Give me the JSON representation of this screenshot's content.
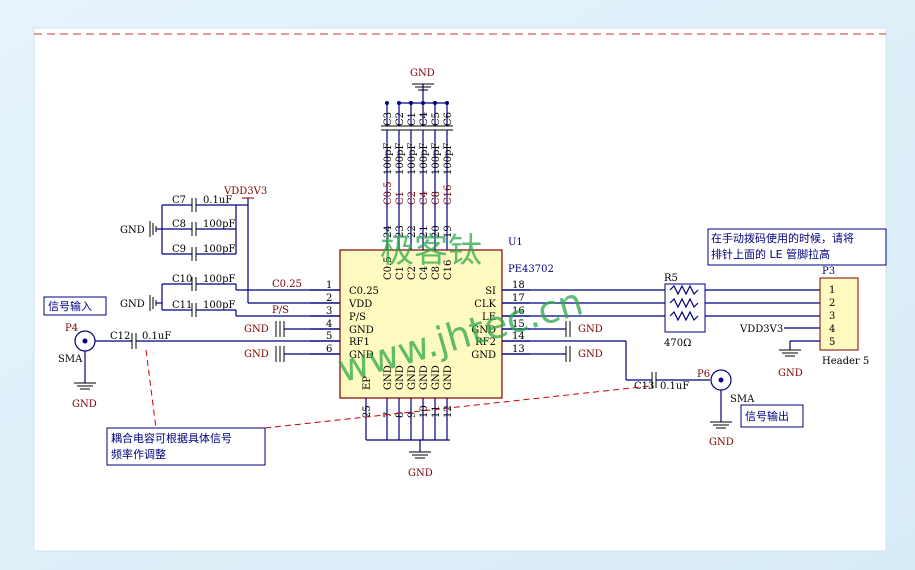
{
  "chip": {
    "ref": "U1",
    "part": "PE43702",
    "left_pins": [
      {
        "num": "1",
        "name": "C0.25"
      },
      {
        "num": "2",
        "name": "VDD"
      },
      {
        "num": "3",
        "name": "P/S"
      },
      {
        "num": "4",
        "name": "GND"
      },
      {
        "num": "5",
        "name": "RF1"
      },
      {
        "num": "6",
        "name": "GND"
      }
    ],
    "right_pins": [
      {
        "num": "18",
        "name": "SI"
      },
      {
        "num": "17",
        "name": "CLK"
      },
      {
        "num": "16",
        "name": "LE"
      },
      {
        "num": "15",
        "name": "GND"
      },
      {
        "num": "14",
        "name": "RF2"
      },
      {
        "num": "13",
        "name": "GND"
      }
    ],
    "top_pins": [
      {
        "num": "24",
        "name": "C0.5"
      },
      {
        "num": "23",
        "name": "C1"
      },
      {
        "num": "22",
        "name": "C2"
      },
      {
        "num": "21",
        "name": "C4"
      },
      {
        "num": "20",
        "name": "C8"
      },
      {
        "num": "19",
        "name": "C16"
      }
    ],
    "bottom_pins": [
      {
        "num": "25",
        "name": "EP"
      },
      {
        "num": "7",
        "name": "GND"
      },
      {
        "num": "8",
        "name": "GND"
      },
      {
        "num": "9",
        "name": "GND"
      },
      {
        "num": "10",
        "name": "GND"
      },
      {
        "num": "11",
        "name": "GND"
      },
      {
        "num": "12",
        "name": "GND"
      }
    ]
  },
  "top_caps": [
    {
      "ref": "C3",
      "value": "100pF",
      "net": "C0.5"
    },
    {
      "ref": "C2",
      "value": "100pF",
      "net": "C1"
    },
    {
      "ref": "C1",
      "value": "100pF",
      "net": "C2"
    },
    {
      "ref": "C4",
      "value": "100pF",
      "net": "C4"
    },
    {
      "ref": "C5",
      "value": "100pF",
      "net": "C8"
    },
    {
      "ref": "C6",
      "value": "100pF",
      "net": "C16"
    }
  ],
  "left_caps": [
    {
      "ref": "C7",
      "value": "0.1uF"
    },
    {
      "ref": "C8",
      "value": "100pF"
    },
    {
      "ref": "C9",
      "value": "100pF"
    },
    {
      "ref": "C10",
      "value": "100pF"
    },
    {
      "ref": "C11",
      "value": "100pF"
    }
  ],
  "labels": {
    "gnd": "GND",
    "vdd": "VDD3V3",
    "net_c025": "C0.25",
    "net_ps": "P/S",
    "c12_ref": "C12",
    "c12_val": "0.1uF",
    "c13_ref": "C13",
    "c13_val": "0.1uF",
    "p4": "P4",
    "p6": "P6",
    "sma": "SMA",
    "r5_ref": "R5",
    "r5_val": "470Ω",
    "p3_ref": "P3",
    "p3_part": "Header 5",
    "p3_pins": [
      "1",
      "2",
      "3",
      "4",
      "5"
    ]
  },
  "notes": {
    "input": "信号输入",
    "output": "信号输出",
    "coupling_line1": "耦合电容可根据具体信号",
    "coupling_line2": "频率作调整",
    "header_line1": "在手动拨码使用的时候，请将",
    "header_line2": "排针上面的 LE 管脚拉高"
  },
  "watermark": {
    "line1": "极客钛",
    "line2": "www.jhtec.cn"
  }
}
